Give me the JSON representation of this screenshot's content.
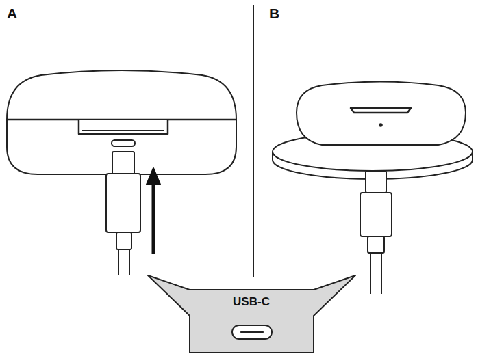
{
  "diagram": {
    "nodes": [
      {
        "text": [
          "USB-C"
        ]
      }
    ],
    "labels": [
      "A",
      "B"
    ]
  }
}
